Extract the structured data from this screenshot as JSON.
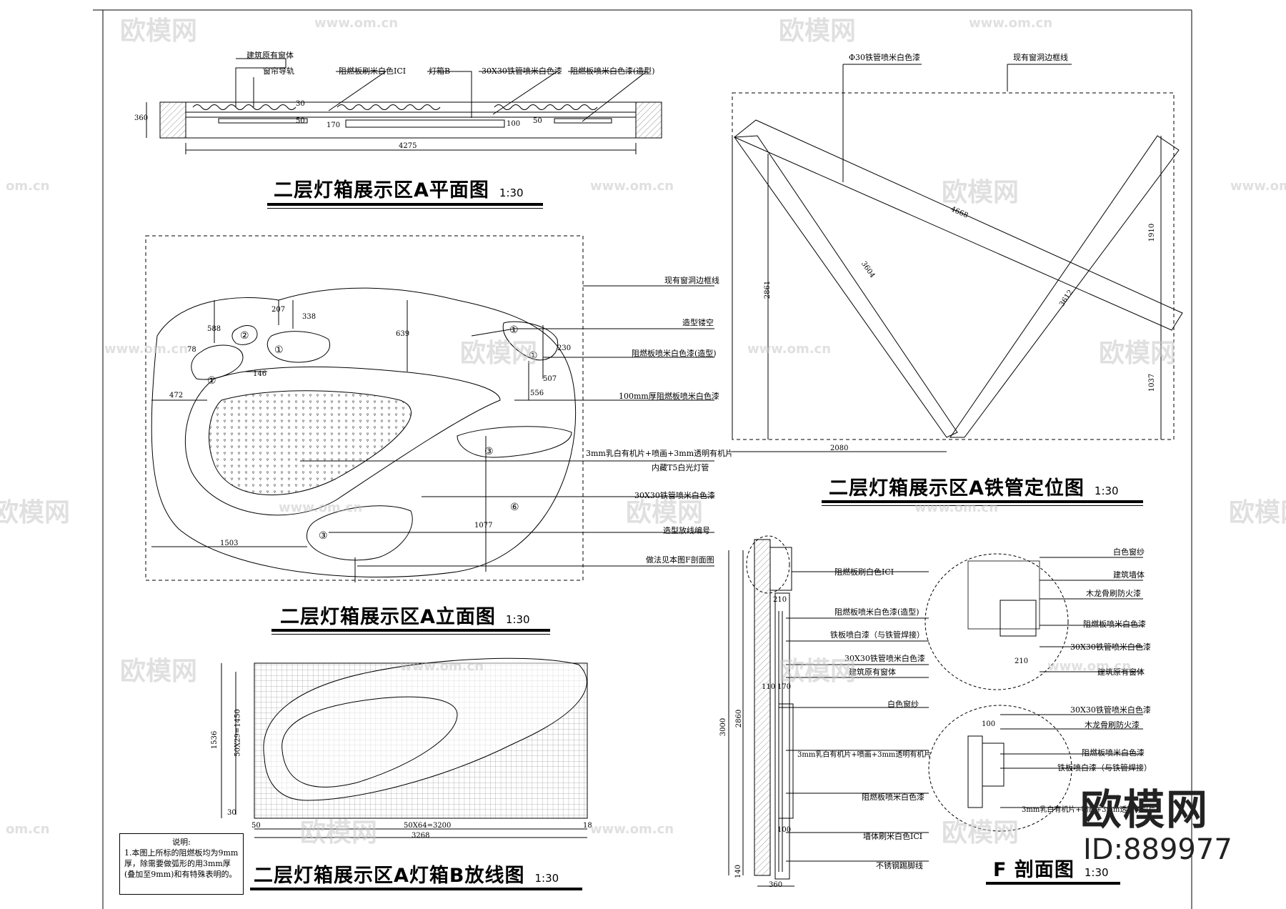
{
  "titles": {
    "plan": "二层灯箱展示区A平面图",
    "plan_scale": "1:30",
    "elev": "二层灯箱展示区A立面图",
    "elev_scale": "1:30",
    "pipe": "二层灯箱展示区A铁管定位图",
    "pipe_scale": "1:30",
    "layout": "二层灯箱展示区A灯箱B放线图",
    "layout_scale": "1:30",
    "section": "F 剖面图",
    "section_scale": "1:30"
  },
  "plan_labels": {
    "l1": "建筑原有窗体",
    "l2": "窗帘导轨",
    "l3": "阻燃板刷米白色ICI",
    "l4": "灯箱B",
    "l5": "30X30铁管喷米白色漆",
    "l6": "阻燃板喷米白色漆(造型)"
  },
  "plan_dims": {
    "d_total": "4275",
    "d_depth": "360",
    "d_30": "30",
    "d_50a": "50",
    "d_170": "170",
    "d_100": "100",
    "d_50b": "50"
  },
  "elev_labels": {
    "e1": "现有窗洞边框线",
    "e2": "造型镂空",
    "e3": "阻燃板喷米白色漆(造型)",
    "e4": "100mm厚阻燃板喷米白色漆",
    "e5": "3mm乳白有机片+喷画+3mm透明有机片",
    "e6": "内藏T5白光灯管",
    "e7": "30X30铁管喷米白色漆",
    "e8": "造型放线编号",
    "e9": "做法见本图F剖面图"
  },
  "elev_dims": {
    "d588": "588",
    "d207": "207",
    "d338": "338",
    "d639": "639",
    "d78": "78",
    "d146": "146",
    "d230": "230",
    "d507": "507",
    "d556": "556",
    "d472": "472",
    "d1077": "1077",
    "d1503": "1503"
  },
  "elev_markers": [
    "①",
    "②",
    "①",
    "①",
    "①",
    "③",
    "③",
    "⑥"
  ],
  "pipe_labels": {
    "p1": "Φ30铁管喷米白色漆",
    "p2": "现有窗洞边框线"
  },
  "pipe_dims": {
    "d4668": "4668",
    "d3604": "3604",
    "d3612": "3612",
    "d2861": "2861",
    "d1910": "1910",
    "d1037": "1037",
    "d2080": "2080"
  },
  "layout_dims": {
    "d1536": "1536",
    "d50x29": "50X29=1450",
    "d50x64": "50X64=3200",
    "d3268": "3268",
    "d30": "30",
    "d50": "50",
    "d18": "18"
  },
  "note": {
    "head": "说明:",
    "body": "1.本图上所标的阻燃板均为9mm厚，除需要做弧形的用3mm厚(叠加至9mm)和有特殊表明的。"
  },
  "section_labels": {
    "s1": "阻燃板刷白色ICI",
    "s2": "阻燃板喷米白色漆(造型)",
    "s3": "铁板喷白漆（与铁管焊接）",
    "s4": "30X30铁管喷米白色漆",
    "s5": "建筑原有窗体",
    "s6": "白色窗纱",
    "s7": "3mm乳白有机片+喷画+3mm透明有机片",
    "s8": "阻燃板喷米白色漆",
    "s9": "墙体刷米白色ICI",
    "s10": "不锈钢踢脚线",
    "r1": "白色窗纱",
    "r2": "建筑墙体",
    "r3": "木龙骨刷防火漆",
    "r4": "阻燃板喷米白色漆",
    "r5": "30X30铁管喷米白色漆",
    "r6": "建筑原有窗体",
    "r7": "30X30铁管喷米白色漆",
    "r8": "木龙骨刷防火漆",
    "r9": "阻燃板喷米白色漆",
    "r10": "铁板喷白漆（与铁管焊接）",
    "r11": "3mm乳白有机片+喷画+3mm透明有机片"
  },
  "section_dims": {
    "d210a": "210",
    "d110": "110",
    "d170": "170",
    "d3000": "3000",
    "d2860": "2860",
    "d100a": "100",
    "d140": "140",
    "d360": "360",
    "d210b": "210",
    "d100b": "100"
  },
  "watermark": {
    "logo": "欧模网",
    "url": "www.om.cn",
    "url_short": "om.cn"
  },
  "brand": {
    "name": "欧模网",
    "id": "ID:889977"
  }
}
